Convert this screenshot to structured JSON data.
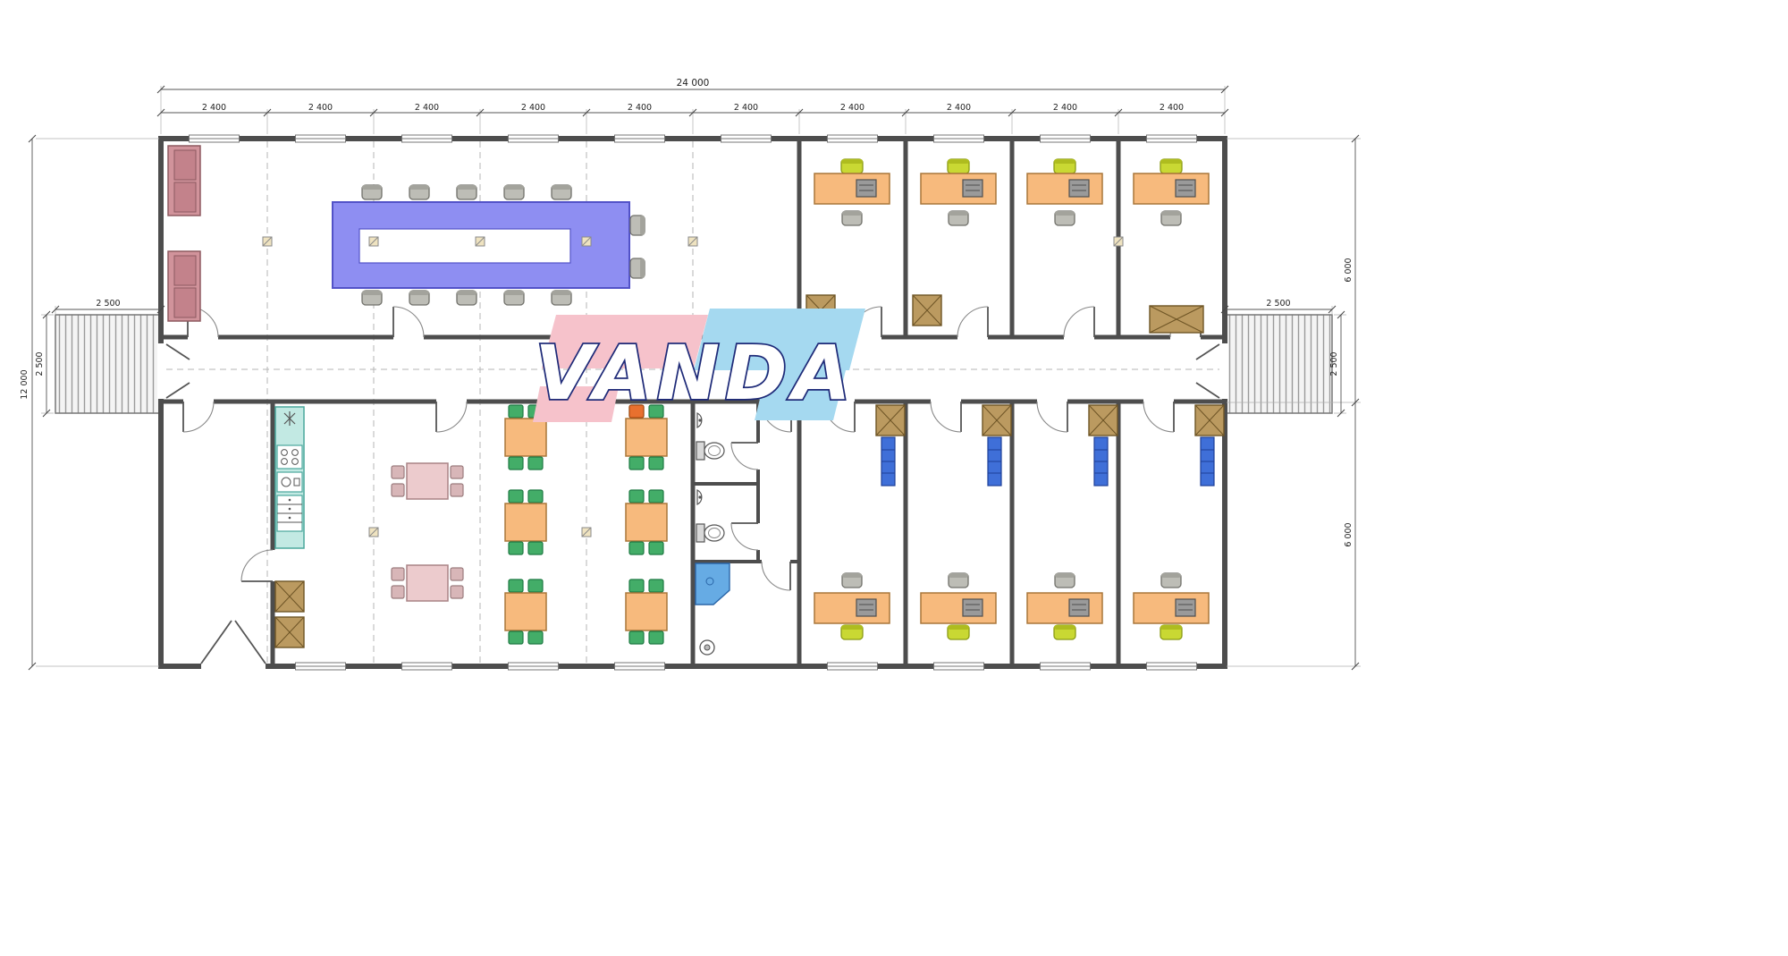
{
  "watermark": {
    "text": "VANDA",
    "pink_color": "#f6c2cb",
    "blue_color": "#a5d9f0",
    "outline_color": "#1e2a78"
  },
  "dims": {
    "total": "24 000",
    "modules": [
      "2 400",
      "2 400",
      "2 400",
      "2 400",
      "2 400",
      "2 400",
      "2 400",
      "2 400",
      "2 400",
      "2 400"
    ],
    "building_depth": "12 000",
    "left_porch_width": "2 500",
    "left_porch_depth": "2 500",
    "right_porch_width": "2 500",
    "right_porch_depth": "2 500",
    "right_top_depth": "6 000",
    "right_bottom_depth": "6 000"
  },
  "palette": {
    "wall": "#4d4d4d",
    "desk": "#f7ba7d",
    "conference_table": "#8e8ef2",
    "sofa": "#d1939b",
    "chair_lime": "#c9d833",
    "chair_green": "#43ad68",
    "cabinet": "#bb9a60",
    "shelf_blue": "#3f6fd8",
    "kitchen": "#c2e9e3",
    "shower": "#66abe4"
  }
}
